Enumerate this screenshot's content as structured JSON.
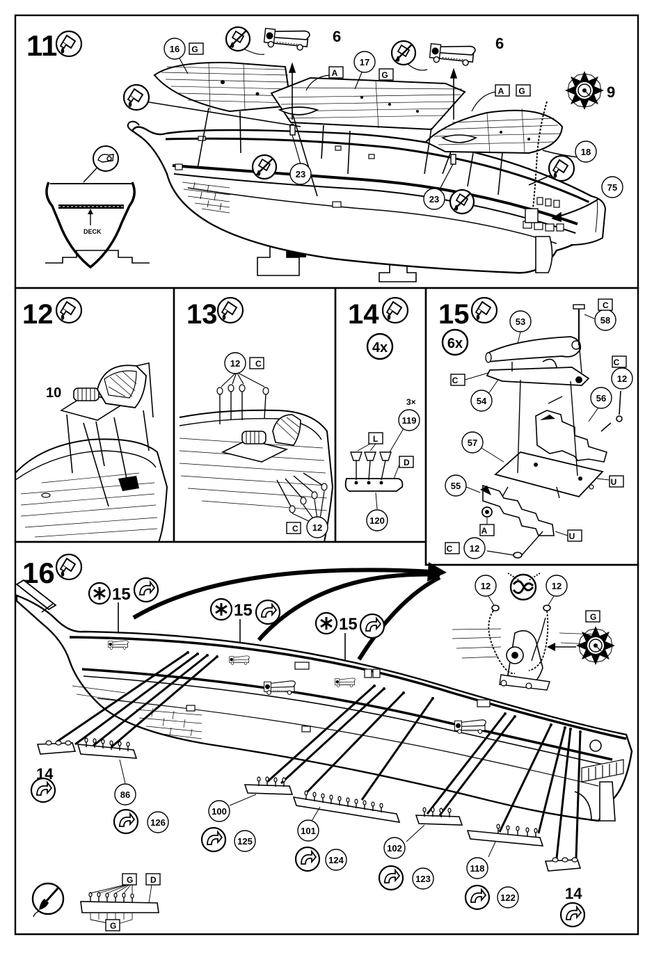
{
  "steps": {
    "s11": {
      "number": "11",
      "deck_label": "DECK",
      "parts": {
        "p16": "16",
        "p17": "17",
        "p18": "18",
        "p23a": "23",
        "p23b": "23",
        "p75": "75"
      },
      "sub6a": "6",
      "sub6b": "6",
      "sub9": "9",
      "colors": {
        "c16": "G",
        "cA1": "A",
        "c17": "G",
        "cA2": "A",
        "cG2": "G"
      }
    },
    "s12": {
      "number": "12",
      "sub10": "10"
    },
    "s13": {
      "number": "13",
      "p12top": "12",
      "p12bottom": "12",
      "c_top": "C",
      "c_bottom": "C"
    },
    "s14": {
      "number": "14",
      "mult": "4x",
      "p119": "119",
      "p119mult": "3×",
      "p120": "120",
      "cL": "L",
      "cD": "D"
    },
    "s15": {
      "number": "15",
      "mult": "6x",
      "p53": "53",
      "p54": "54",
      "p55": "55",
      "p56": "56",
      "p57": "57",
      "p58": "58",
      "p12a": "12",
      "p12b": "12",
      "colors": {
        "cC1": "C",
        "cC2": "C",
        "cC3": "C",
        "cC4": "C",
        "cU1": "U",
        "cU2": "U",
        "cA": "A"
      }
    },
    "s16": {
      "number": "16",
      "sub15a": "15",
      "sub15b": "15",
      "sub15c": "15",
      "sub14a": "14",
      "sub14b": "14",
      "p12l": "12",
      "p12r": "12",
      "cG": "G",
      "p86": "86",
      "p126": "126",
      "p100": "100",
      "p125": "125",
      "p101": "101",
      "p124": "124",
      "p102": "102",
      "p123": "123",
      "p118": "118",
      "p122": "122",
      "legend": {
        "cG": "G",
        "cD": "D",
        "cG2": "G"
      }
    }
  },
  "icons": [
    "glue-tube-icon",
    "no-glue-icon",
    "rotate-arrow-icon",
    "asterisk-icon",
    "paintbrush-icon",
    "rigging-knot-icon",
    "ship-wheel-icon"
  ]
}
